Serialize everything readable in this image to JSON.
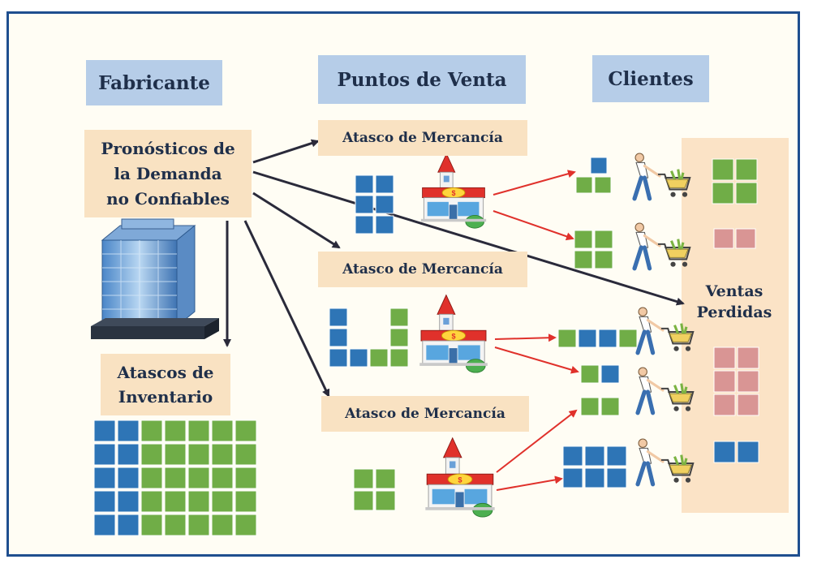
{
  "headers": {
    "fabricante": "Fabricante",
    "puntos_de_venta": "Puntos de Venta",
    "clientes": "Clientes"
  },
  "labels": {
    "pronosticos_line1": "Pronósticos de",
    "pronosticos_line2": "la Demanda",
    "pronosticos_line3": "no Confiables",
    "atascos_inventario_line1": "Atascos de",
    "atascos_inventario_line2": "Inventario",
    "atasco_mercancia_1": "Atasco de Mercancía",
    "atasco_mercancia_2": "Atasco de Mercancía",
    "atasco_mercancia_3": "Atasco de Mercancía",
    "ventas_perdidas_line1": "Ventas",
    "ventas_perdidas_line2": "Perdidas"
  },
  "colors": {
    "frame": "#1f4f8f",
    "header_bg": "#b6cde8",
    "label_bg": "#f9e2c2",
    "block_blue": "#2e75b6",
    "block_green": "#70ad47",
    "block_pink": "#d99594",
    "arrow_dark": "#2a2a3a",
    "arrow_red": "#e0312b"
  },
  "icons": [
    "office-building-icon",
    "store-icon",
    "shopper-with-cart-icon"
  ]
}
